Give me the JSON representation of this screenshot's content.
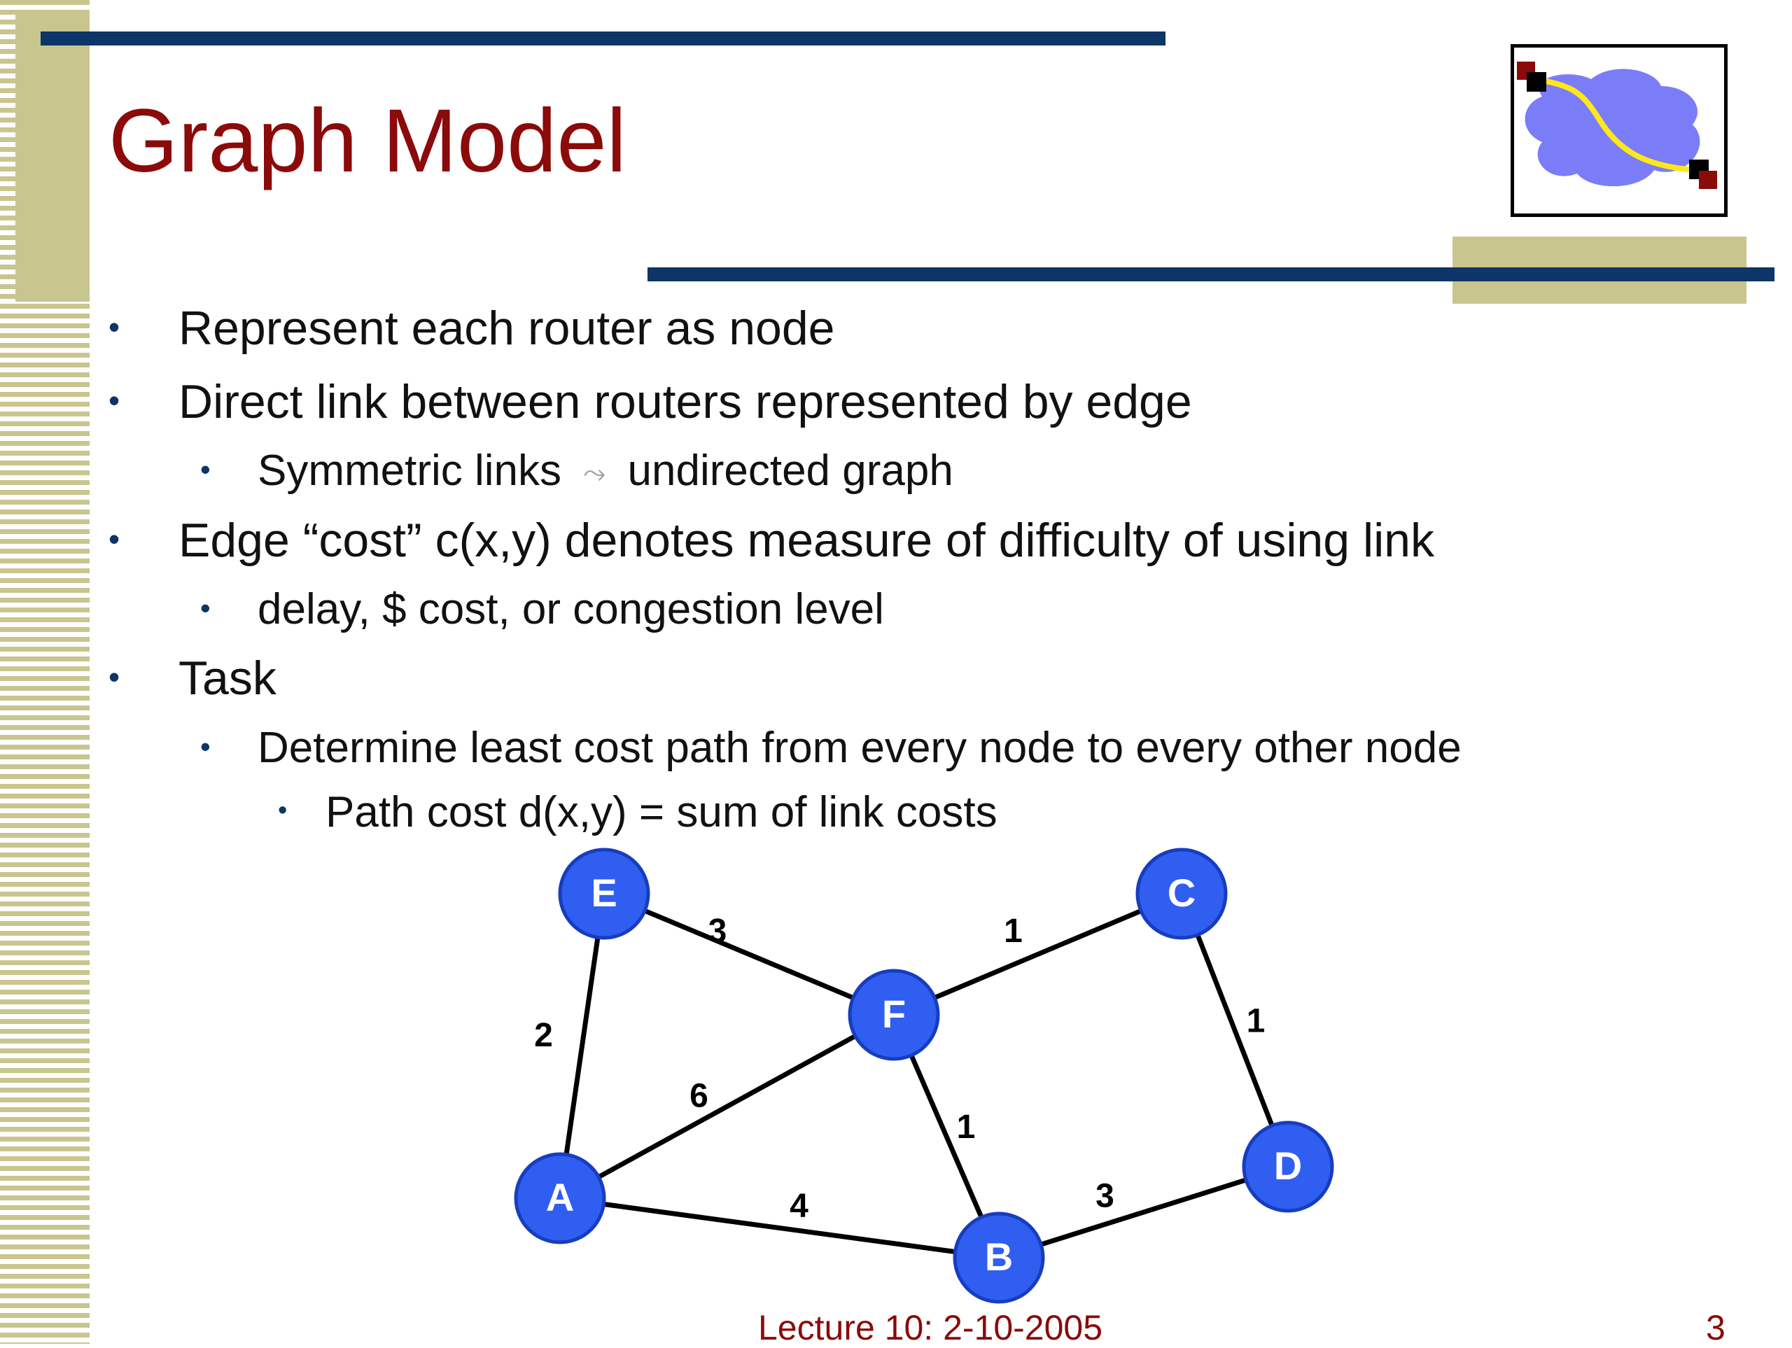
{
  "slide": {
    "title": "Graph Model",
    "bullets": [
      {
        "level": 1,
        "text": "Represent each router as node"
      },
      {
        "level": 1,
        "text": "Direct link between routers represented by edge"
      },
      {
        "level": 2,
        "text_before": "Symmetric links",
        "arrow_icon": "arrow-icon",
        "text_after": "undirected graph"
      },
      {
        "level": 1,
        "text": "Edge “cost” c(x,y) denotes measure of difficulty of using link"
      },
      {
        "level": 2,
        "text": "delay, $ cost, or congestion level"
      },
      {
        "level": 1,
        "text": "Task"
      },
      {
        "level": 2,
        "text": "Determine least cost path from every node to every other node"
      },
      {
        "level": 3,
        "text": "Path cost d(x,y) = sum of link costs"
      }
    ],
    "bullet_glyph": "•",
    "footer": {
      "lecture": "Lecture 10: 2-10-2005",
      "page": "3"
    },
    "logo_icon": "network-path-icon"
  },
  "graph": {
    "nodes": [
      "E",
      "C",
      "F",
      "A",
      "B",
      "D"
    ],
    "edges": [
      {
        "from": "E",
        "to": "F",
        "cost": "3"
      },
      {
        "from": "F",
        "to": "C",
        "cost": "1"
      },
      {
        "from": "E",
        "to": "A",
        "cost": "2"
      },
      {
        "from": "A",
        "to": "F",
        "cost": "6"
      },
      {
        "from": "C",
        "to": "D",
        "cost": "1"
      },
      {
        "from": "F",
        "to": "B",
        "cost": "1"
      },
      {
        "from": "A",
        "to": "B",
        "cost": "4"
      },
      {
        "from": "B",
        "to": "D",
        "cost": "3"
      }
    ]
  },
  "colors": {
    "title": "#8b0a0a",
    "accent_bar": "#0d3567",
    "stripe": "#c9c58f",
    "node_fill": "#2f5ef0",
    "node_stroke": "#173dbf",
    "logo_cloud": "#7b7cf8",
    "logo_path": "#ffe81a"
  }
}
